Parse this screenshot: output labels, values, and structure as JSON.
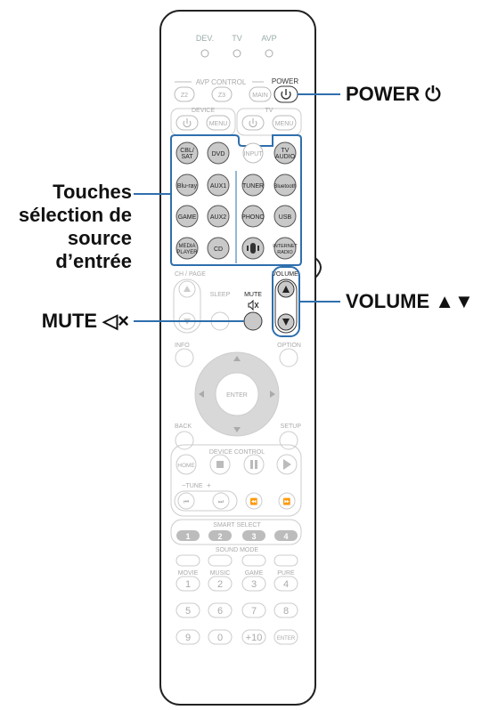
{
  "callouts": {
    "power": "POWER ⏻",
    "source_lines": [
      "Touches",
      "sélection de",
      "source",
      "d’entrée"
    ],
    "volume": "VOLUME ▲▼",
    "mute": "MUTE ◁×"
  },
  "remote": {
    "top_indicators": [
      "DEV.",
      "TV",
      "AVP"
    ],
    "avp_control_label": "AVP CONTROL",
    "power_label": "POWER",
    "z2": "Z2",
    "z3": "Z3",
    "main": "MAIN",
    "device_label": "DEVICE",
    "tv_label": "TV",
    "menu": "MENU",
    "input": "INPUT",
    "sources": {
      "cbl_sat": [
        "CBL/",
        "SAT"
      ],
      "dvd": "DVD",
      "tv_audio": [
        "TV",
        "AUDIO"
      ],
      "bluray": "Blu-ray",
      "aux1": "AUX1",
      "tuner": "TUNER",
      "bluetooth": "Bluetooth",
      "game": "GAME",
      "aux2": "AUX2",
      "phono": "PHONO",
      "usb": "USB",
      "media_player": [
        "MEDIA",
        "PLAYER"
      ],
      "cd": "CD",
      "internet_radio": [
        "INTERNET",
        "RADIO"
      ]
    },
    "ch_page": "CH / PAGE",
    "sleep": "SLEEP",
    "mute": "MUTE",
    "volume": "VOLUME",
    "info": "INFO",
    "option": "OPTION",
    "enter": "ENTER",
    "back": "BACK",
    "setup": "SETUP",
    "device_control": "DEVICE CONTROL",
    "home": "HOME",
    "tune": "TUNE",
    "smart_select": "SMART SELECT",
    "smart_numbers": [
      "1",
      "2",
      "3",
      "4"
    ],
    "sound_mode": "SOUND MODE",
    "sound_modes": [
      "MOVIE",
      "MUSIC",
      "GAME",
      "PURE"
    ],
    "numpad_row1": [
      "1",
      "2",
      "3",
      "4"
    ],
    "numpad_row2": [
      "5",
      "6",
      "7",
      "8"
    ],
    "numpad_row3": [
      "9",
      "0",
      "+10",
      "ENTER"
    ]
  }
}
